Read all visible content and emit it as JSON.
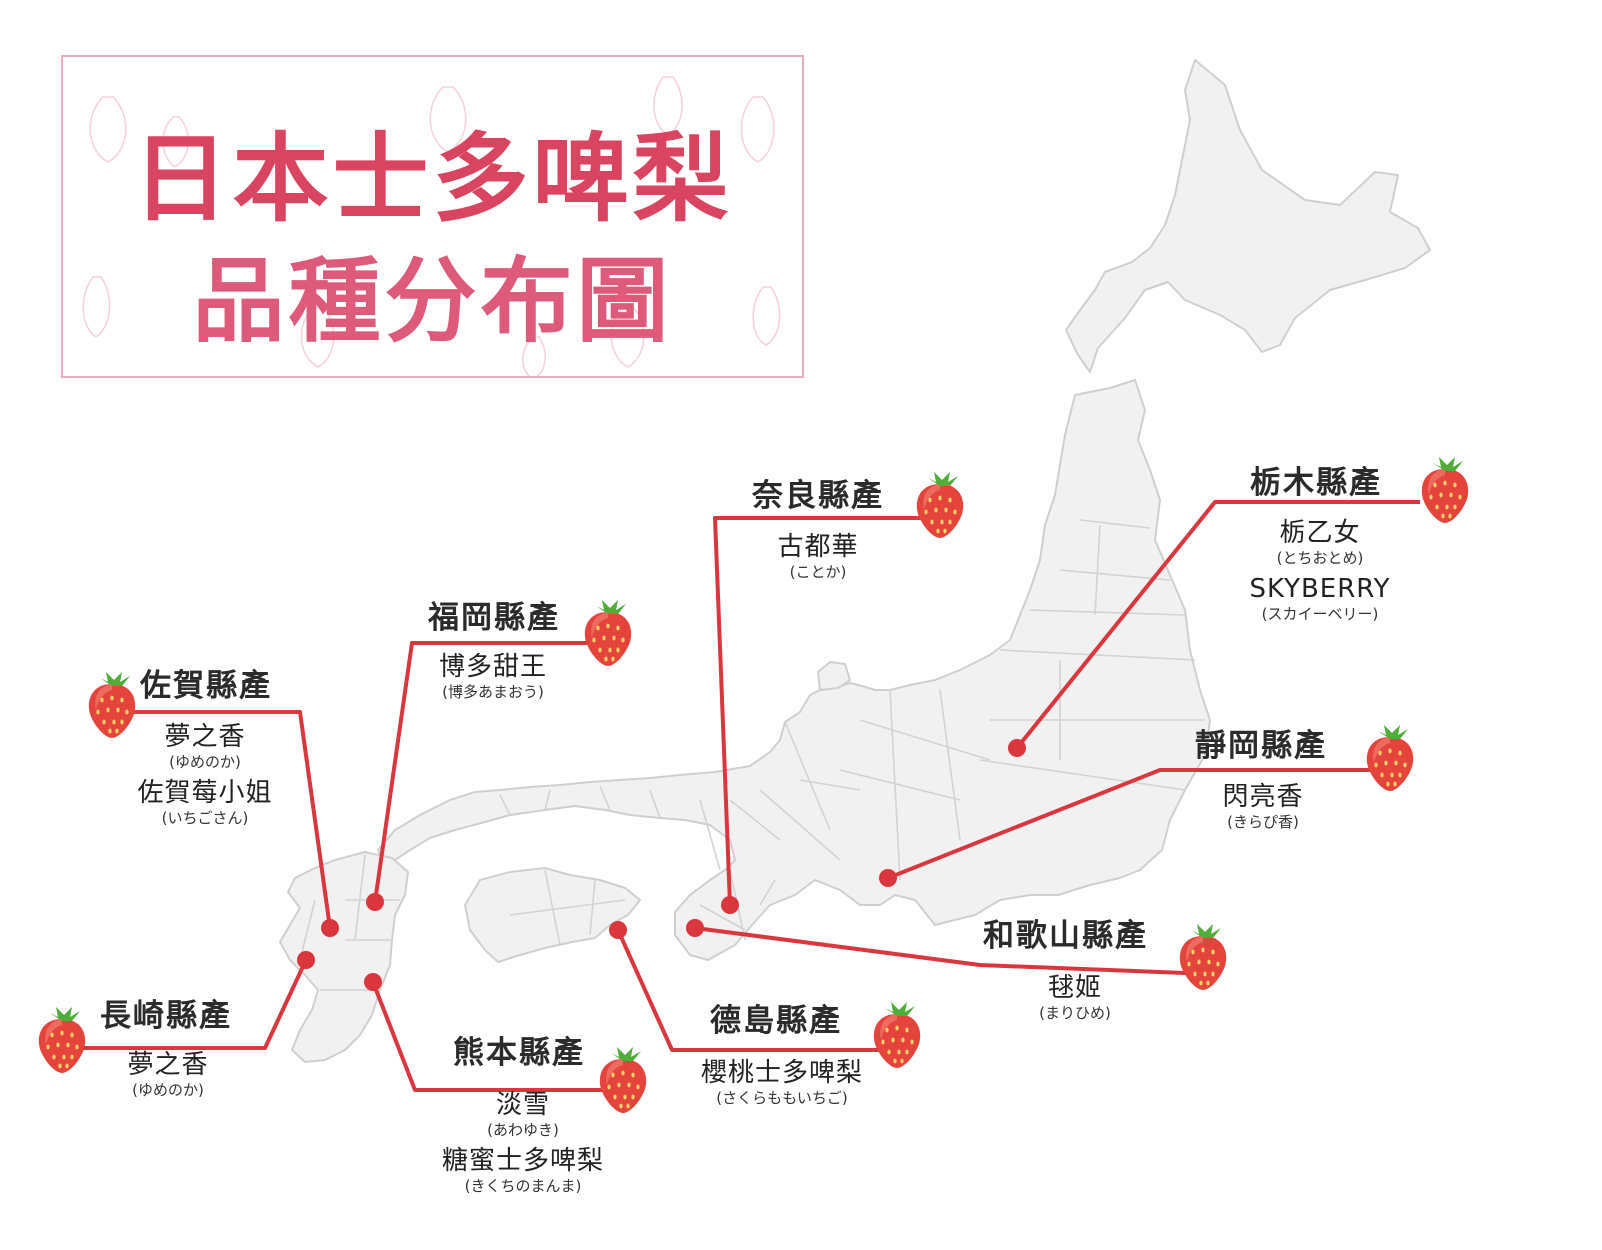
{
  "title": {
    "line1": "日本士多啤梨",
    "line2": "品種分布圖"
  },
  "map": {
    "land_color": "#f1f1f1",
    "border_color": "#cfcfcf"
  },
  "colors": {
    "connector": "#d9363e",
    "title_main": "#d94561",
    "title_sub": "#de5a7a",
    "frame": "#e7aec0",
    "berry": "#e5443c",
    "leaf": "#4fae3a"
  },
  "callouts": [
    {
      "id": "nara",
      "prefecture": "奈良縣產",
      "varieties": [
        {
          "name": "古都華",
          "reading": "(ことか)"
        }
      ]
    },
    {
      "id": "tochigi",
      "prefecture": "栃木縣產",
      "varieties": [
        {
          "name": "栃乙女",
          "reading": "(とちおとめ)"
        },
        {
          "name": "SKYBERRY",
          "reading": "(スカイーベリー)"
        }
      ]
    },
    {
      "id": "fukuoka",
      "prefecture": "福岡縣產",
      "varieties": [
        {
          "name": "博多甜王",
          "reading": "(博多あまおう)"
        }
      ]
    },
    {
      "id": "saga",
      "prefecture": "佐賀縣產",
      "varieties": [
        {
          "name": "夢之香",
          "reading": "(ゆめのか)"
        },
        {
          "name": "佐賀莓小姐",
          "reading": "(いちごさん)"
        }
      ]
    },
    {
      "id": "shizuoka",
      "prefecture": "靜岡縣產",
      "varieties": [
        {
          "name": "閃亮香",
          "reading": "(きらぴ香)"
        }
      ]
    },
    {
      "id": "wakayama",
      "prefecture": "和歌山縣產",
      "varieties": [
        {
          "name": "毬姬",
          "reading": "(まりひめ)"
        }
      ]
    },
    {
      "id": "nagasaki",
      "prefecture": "長崎縣產",
      "varieties": [
        {
          "name": "夢之香",
          "reading": "(ゆめのか)"
        }
      ]
    },
    {
      "id": "kumamoto",
      "prefecture": "熊本縣產",
      "varieties": [
        {
          "name": "淡雪",
          "reading": "(あわゆき)"
        },
        {
          "name": "糖蜜士多啤梨",
          "reading": "(きくちのまんま)"
        }
      ]
    },
    {
      "id": "tokushima",
      "prefecture": "德島縣產",
      "varieties": [
        {
          "name": "櫻桃士多啤梨",
          "reading": "(さくらももいちご)"
        }
      ]
    }
  ]
}
